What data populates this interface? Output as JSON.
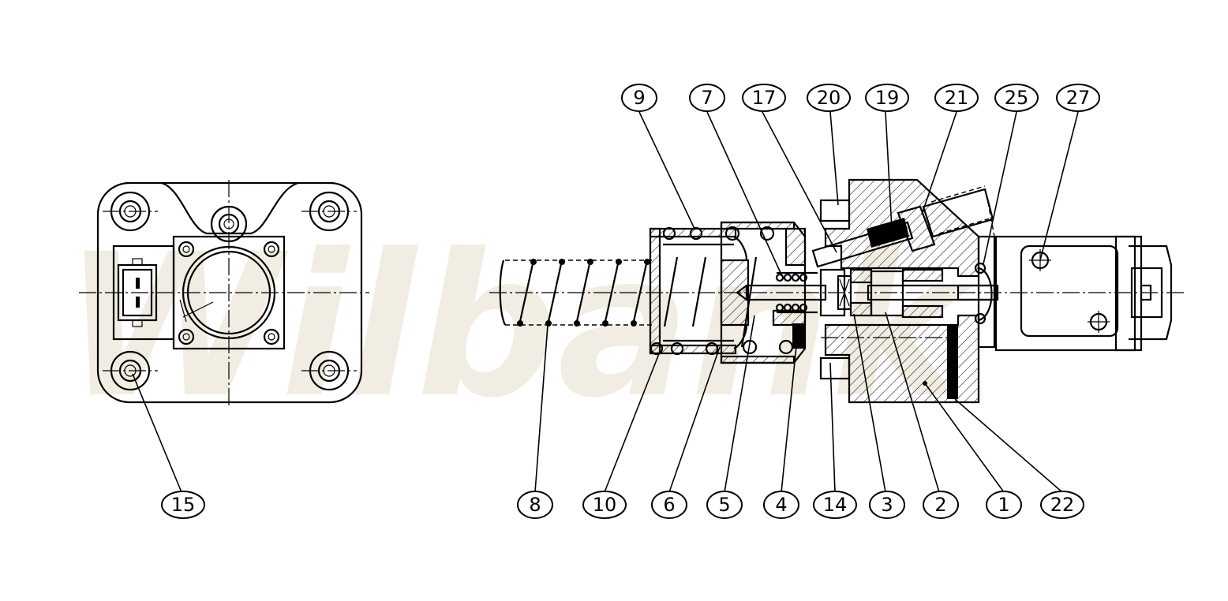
{
  "balloons": {
    "top": [
      "9",
      "7",
      "17",
      "20",
      "19",
      "21",
      "25",
      "27"
    ],
    "bottom": [
      "8",
      "10",
      "6",
      "5",
      "4",
      "14",
      "3",
      "2",
      "1",
      "22"
    ],
    "left_view": [
      "15"
    ]
  },
  "colors": {
    "line": "#000000",
    "background": "#ffffff",
    "watermark": "#f1ecdf"
  }
}
